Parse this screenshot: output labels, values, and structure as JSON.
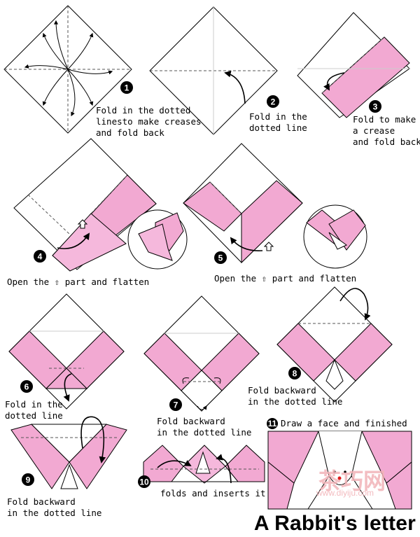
{
  "steps": [
    {
      "num": "1",
      "text": "Fold in the dotted\nlinesto make creases\nand fold back"
    },
    {
      "num": "2",
      "text": "Fold in the\ndotted line"
    },
    {
      "num": "3",
      "text": "Fold to make\na crease\nand fold back"
    },
    {
      "num": "4",
      "text": "Open the ⇧ part and flatten"
    },
    {
      "num": "5",
      "text": "Open the ⇧ part and flatten"
    },
    {
      "num": "6",
      "text": "Fold in the\ndotted line"
    },
    {
      "num": "7",
      "text": "Fold backward\nin the dotted line"
    },
    {
      "num": "8",
      "text": "Fold backward\nin the dotted line"
    },
    {
      "num": "9",
      "text": "Fold backward\nin the dotted line"
    },
    {
      "num": "10",
      "text": "folds and inserts it"
    },
    {
      "num": "11",
      "text": "Draw a face and finished"
    }
  ],
  "title": "A Rabbit's letter",
  "watermark": {
    "name": "茶巧网",
    "url": "www.diyiju.com"
  },
  "colors": {
    "paper_pink": "#f2a9d2",
    "paper_white": "#ffffff",
    "line": "#000000",
    "crease": "#9a9a9a"
  }
}
